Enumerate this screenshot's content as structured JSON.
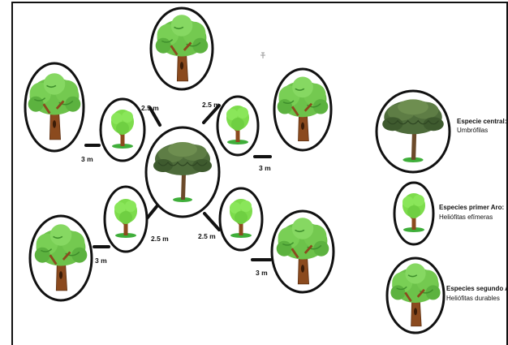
{
  "distances": {
    "d_center_ur": "2.5 m",
    "d_center_ul": "2.5 m",
    "d_center_lr": "2.5 m",
    "d_center_ll": "2.5 m",
    "d_ring_ul": "3 m",
    "d_ring_ur": "3 m",
    "d_ring_ll": "3 m",
    "d_ring_lr": "3 m"
  },
  "legend": [
    {
      "title": "Especie central:",
      "subtitle": "Umbrófilas"
    },
    {
      "title": "Especies primer Aro:",
      "subtitle": "Heliófitas efímeras"
    },
    {
      "title": "Especies segundo Aro:",
      "subtitle": "Heliófitas durables"
    }
  ],
  "colors": {
    "outline": "#111111",
    "big_canopy": "#6cc24a",
    "big_canopy_dark": "#3f8f2c",
    "small_canopy": "#7ddc4c",
    "trunk": "#8b4a1e",
    "central_canopy": "#4d6b3a",
    "grass": "#3fae3a"
  }
}
